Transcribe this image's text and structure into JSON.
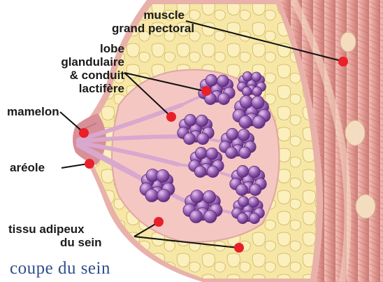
{
  "labels": {
    "muscle": [
      "muscle",
      "grand pectoral"
    ],
    "lobe": [
      "lobe",
      "glandulaire",
      "& conduit",
      "lactifère"
    ],
    "mamelon": "mamelon",
    "areole": "aréole",
    "tissu": [
      "tissu adipeux",
      "du sein"
    ]
  },
  "caption": "coupe du sein",
  "colors": {
    "marker": "#e8202a",
    "leader": "#111111",
    "caption": "#2f4f8a",
    "fat": "#f6e7a6",
    "fat_outline": "#d8c070",
    "muscle": "#e9a6a0",
    "stroma": "#f4c7c3",
    "lobule": "#9a62b6",
    "duct": "#d9a8cf"
  }
}
